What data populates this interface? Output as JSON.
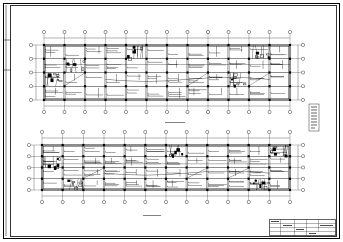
{
  "sheet": {
    "background": "#ffffff",
    "line_color": "#000000"
  },
  "plans": [
    {
      "name": "upper-floor-plan",
      "caption": "",
      "bay_count": 12,
      "column_axes": 13,
      "row_axes": 5
    },
    {
      "name": "lower-floor-plan",
      "caption": "",
      "bay_count": 12,
      "column_axes": 13,
      "row_axes": 5
    }
  ],
  "notes_block": {
    "label": ""
  },
  "title_block": {
    "project": "",
    "drawing_no": ""
  }
}
